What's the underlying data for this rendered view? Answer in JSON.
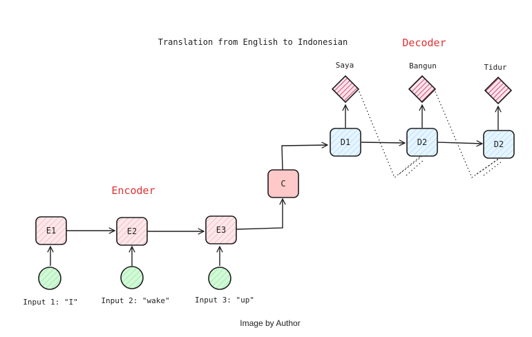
{
  "title": "Translation from English to Indonesian",
  "encoder_label": "Encoder",
  "decoder_label": "Decoder",
  "caption": "Image by Author",
  "encoder_nodes": [
    "E1",
    "E2",
    "E3"
  ],
  "context_node": "C",
  "decoder_nodes": [
    "D1",
    "D2",
    "D2"
  ],
  "inputs": [
    "Input 1: \"I\"",
    "Input 2: \"wake\"",
    "Input 3: \"up\""
  ],
  "outputs": [
    "Saya",
    "Bangun",
    "Tidur"
  ],
  "colors": {
    "encoder_fill": "#fde8ea",
    "encoder_hatch": "#f4aab2",
    "context_fill": "#ffc9c9",
    "decoder_fill": "#e7f5ff",
    "decoder_hatch": "#a5d8ff",
    "input_fill": "#d3f9d8",
    "input_hatch": "#8ce99a",
    "output_fill": "#fbe3ea",
    "output_hatch": "#c2255c",
    "section_label": "#e03131"
  }
}
